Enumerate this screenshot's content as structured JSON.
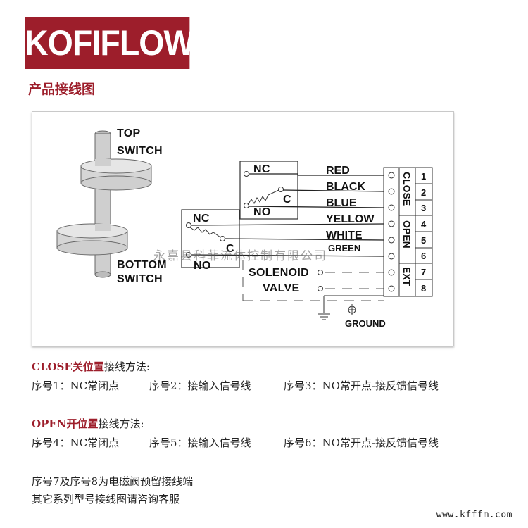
{
  "brand": {
    "logo_text": "KOFIFLOW",
    "color": "#9d1e2b"
  },
  "section_title": "产品接线图",
  "diagram": {
    "top_switch": [
      "TOP",
      "SWITCH"
    ],
    "bottom_switch": [
      "BOTTOM",
      "SWITCH"
    ],
    "upper_switch": {
      "nc": "NC",
      "no": "NO",
      "c": "C"
    },
    "lower_switch": {
      "nc": "NC",
      "no": "NO",
      "c": "C"
    },
    "wires": [
      "RED",
      "BLACK",
      "BLUE",
      "YELLOW",
      "WHITE",
      "GREEN"
    ],
    "solenoid": [
      "SOLENOID",
      "VALVE"
    ],
    "ground": "GROUND",
    "terminals": [
      "1",
      "2",
      "3",
      "4",
      "5",
      "6",
      "7",
      "8"
    ],
    "groups": {
      "close": "CLOSE",
      "open": "OPEN",
      "ext": "EXT"
    }
  },
  "watermark": "永嘉县科菲流体控制有限公司",
  "close_section": {
    "title_red": "CLOSE关位置",
    "title_rest": "接线方法:",
    "items": [
      "序号1：NC常闭点",
      "序号2：接输入信号线",
      "序号3：NO常开点-接反馈信号线"
    ]
  },
  "open_section": {
    "title_red": "OPEN开位置",
    "title_rest": "接线方法:",
    "items": [
      "序号4：NC常闭点",
      "序号5：接输入信号线",
      "序号6：NO常开点-接反馈信号线"
    ]
  },
  "notes": [
    "序号7及序号8为电磁阀预留接线端",
    "其它系列型号接线图请咨询客服"
  ],
  "footer_url": "www.kfffm.com"
}
